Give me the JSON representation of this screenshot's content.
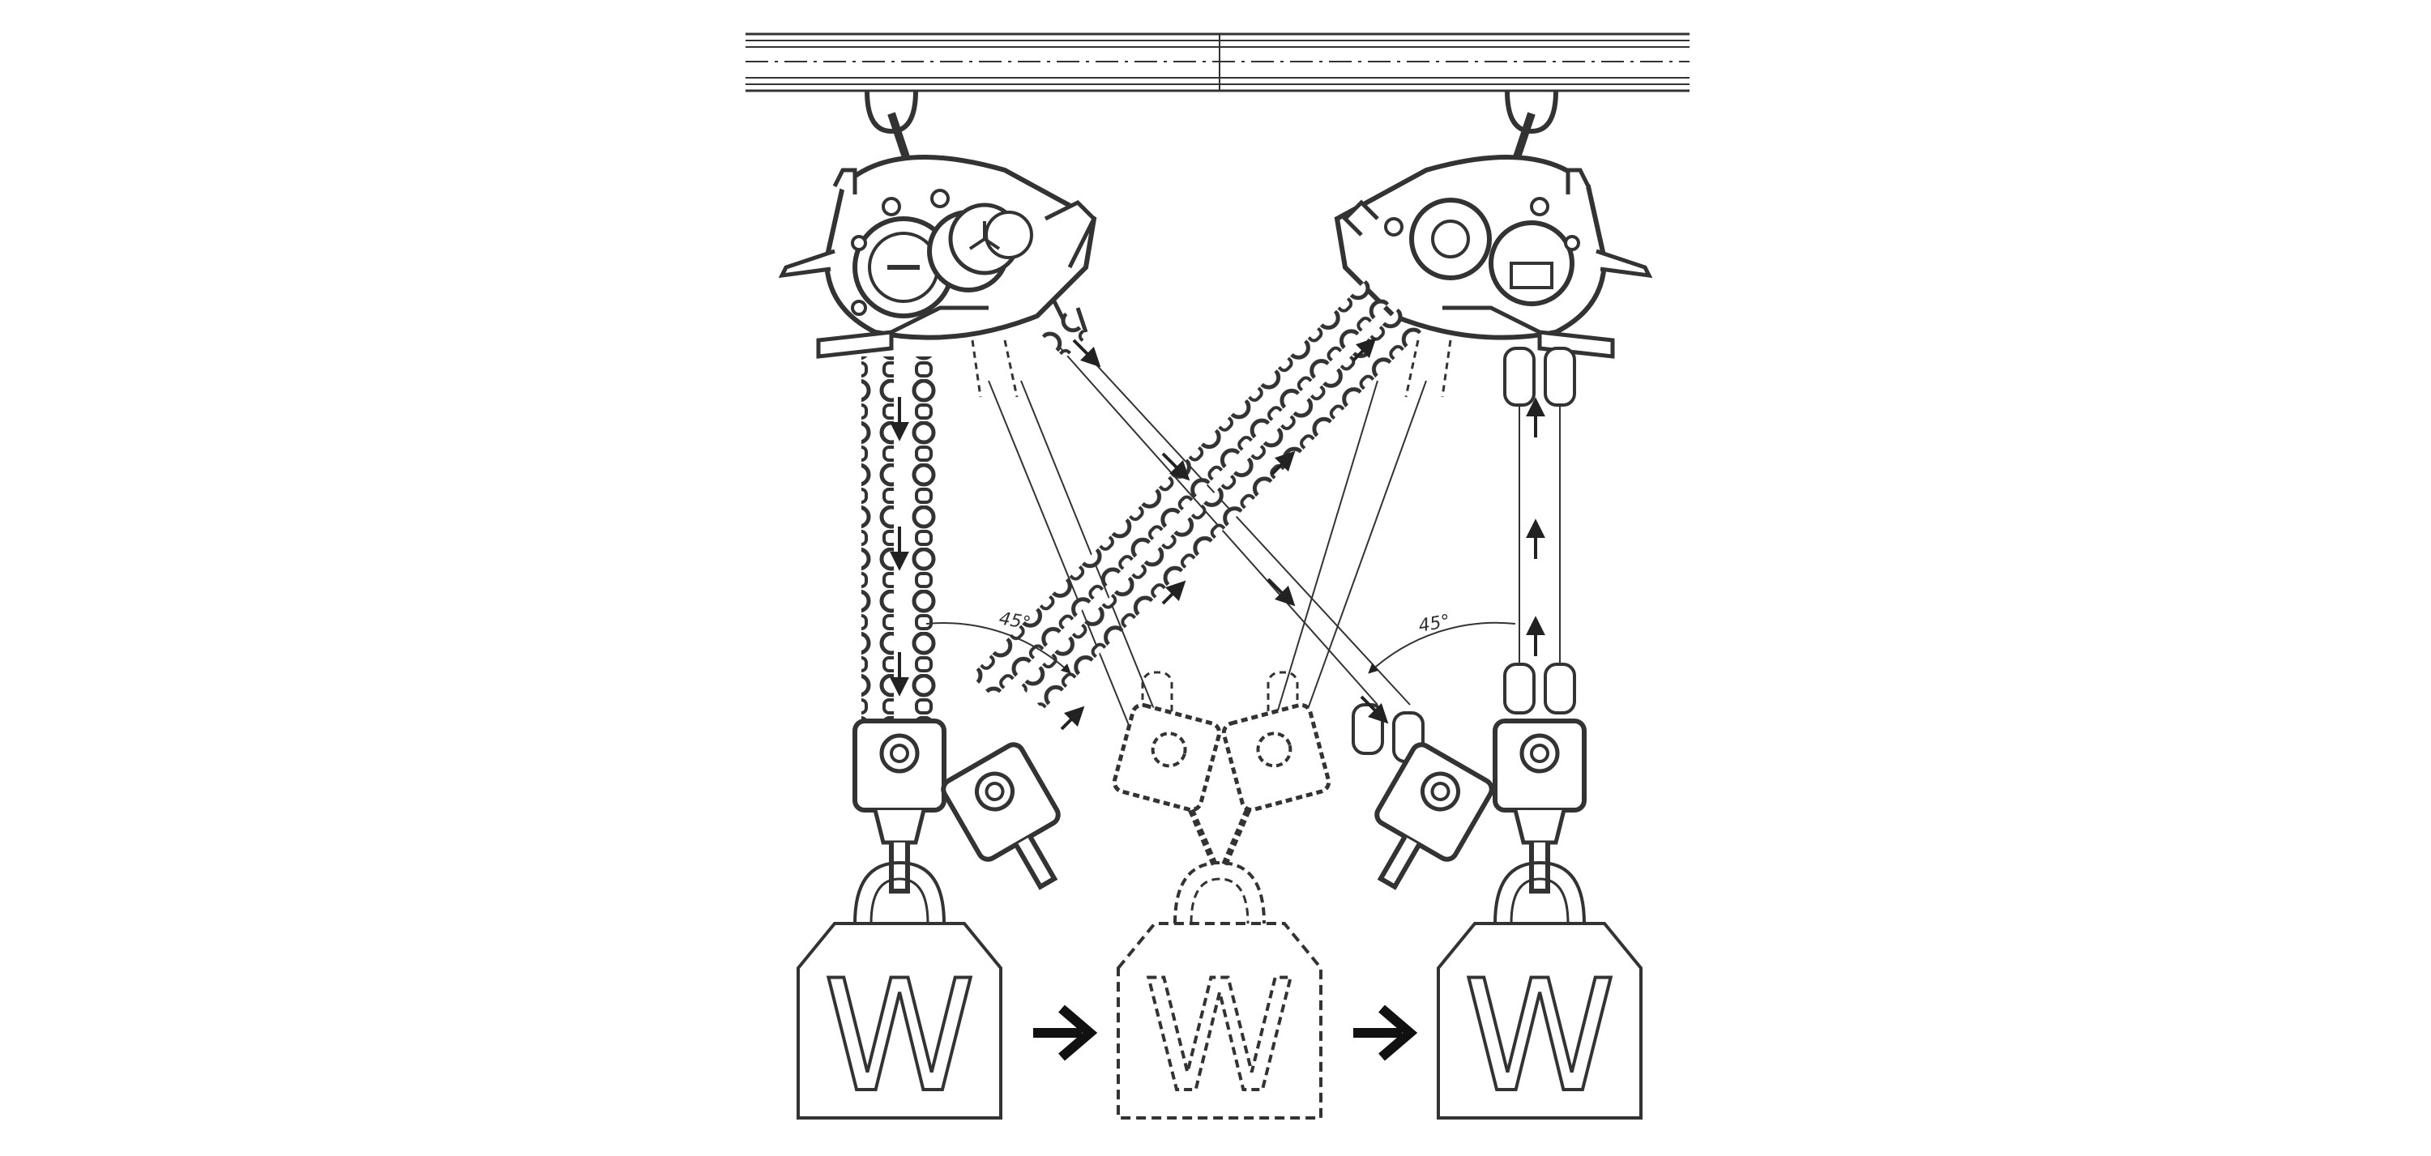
{
  "diagram": {
    "left_angle_label": "45°",
    "right_angle_label": "45°",
    "weights": [
      {
        "id": "left",
        "label": "W",
        "style": "solid"
      },
      {
        "id": "middle",
        "label": "W",
        "style": "dashed"
      },
      {
        "id": "right",
        "label": "W",
        "style": "solid"
      }
    ],
    "transfer_arrows": [
      "right-arrow",
      "right-arrow"
    ],
    "colors": {
      "line": "#333333",
      "background": "#ffffff"
    }
  }
}
